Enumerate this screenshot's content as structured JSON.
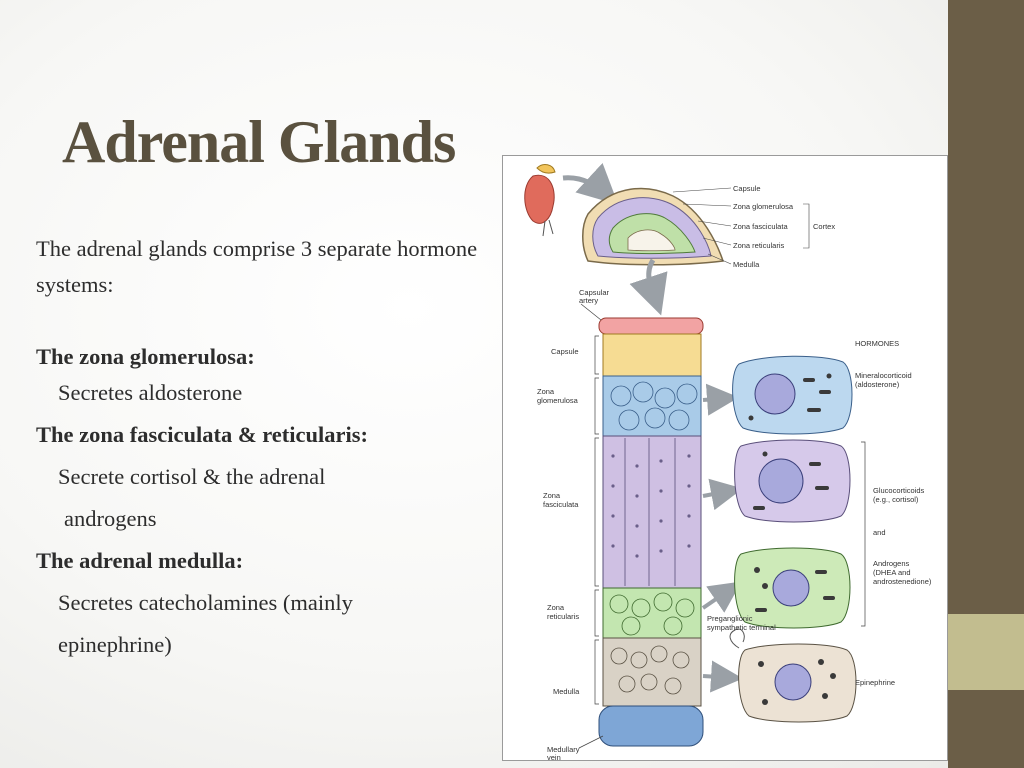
{
  "slide": {
    "title": "Adrenal Glands",
    "intro": "The adrenal glands comprise 3 separate hormone systems:",
    "lines": [
      {
        "text": "The zona glomerulosa:",
        "style": "head"
      },
      {
        "text": "Secretes aldosterone",
        "style": "sub"
      },
      {
        "text": "The zona fasciculata & reticularis:",
        "style": "head"
      },
      {
        "text": "Secrete cortisol & the adrenal",
        "style": "sub"
      },
      {
        "text": "androgens",
        "style": "sub2"
      },
      {
        "text": "The adrenal medulla:",
        "style": "head"
      },
      {
        "text": "Secretes catecholamines (mainly",
        "style": "sub"
      },
      {
        "text": "epinephrine)",
        "style": "sub"
      }
    ]
  },
  "figure": {
    "top_labels": {
      "capsule": "Capsule",
      "zona_glomerulosa": "Zona glomerulosa",
      "zona_fasciculata": "Zona fasciculata",
      "zona_reticularis": "Zona reticularis",
      "medulla": "Medulla",
      "cortex": "Cortex"
    },
    "left_labels": {
      "capsular_artery_1": "Capsular",
      "capsular_artery_2": "artery",
      "capsule": "Capsule",
      "zona_glomerulosa_1": "Zona",
      "zona_glomerulosa_2": "glomerulosa",
      "zona_fasciculata_1": "Zona",
      "zona_fasciculata_2": "fasciculata",
      "zona_reticularis_1": "Zona",
      "zona_reticularis_2": "reticularis",
      "medulla": "Medulla",
      "medullary_1": "Medullary",
      "medullary_2": "vein"
    },
    "right_labels": {
      "hormones": "HORMONES",
      "mineralocorticoid_1": "Mineralocorticoid",
      "mineralocorticoid_2": "(aldosterone)",
      "glucocorticoids_1": "Glucocorticoids",
      "glucocorticoids_2": "(e.g., cortisol)",
      "and": "and",
      "androgens_1": "Androgens",
      "androgens_2": "(DHEA and",
      "androgens_3": "androstenedione)",
      "preganglionic_1": "Preganglionic",
      "preganglionic_2": "sympathetic terminal",
      "epinephrine": "Epinephrine"
    },
    "colors": {
      "capsule": "#f2a3a3",
      "capsule_band": "#f6dc93",
      "glomerulosa": "#a9cbe8",
      "fasciculata": "#cfc0e3",
      "reticularis": "#c3e6b0",
      "medulla": "#d9d2c6",
      "vein": "#7ea6d6"
    }
  }
}
